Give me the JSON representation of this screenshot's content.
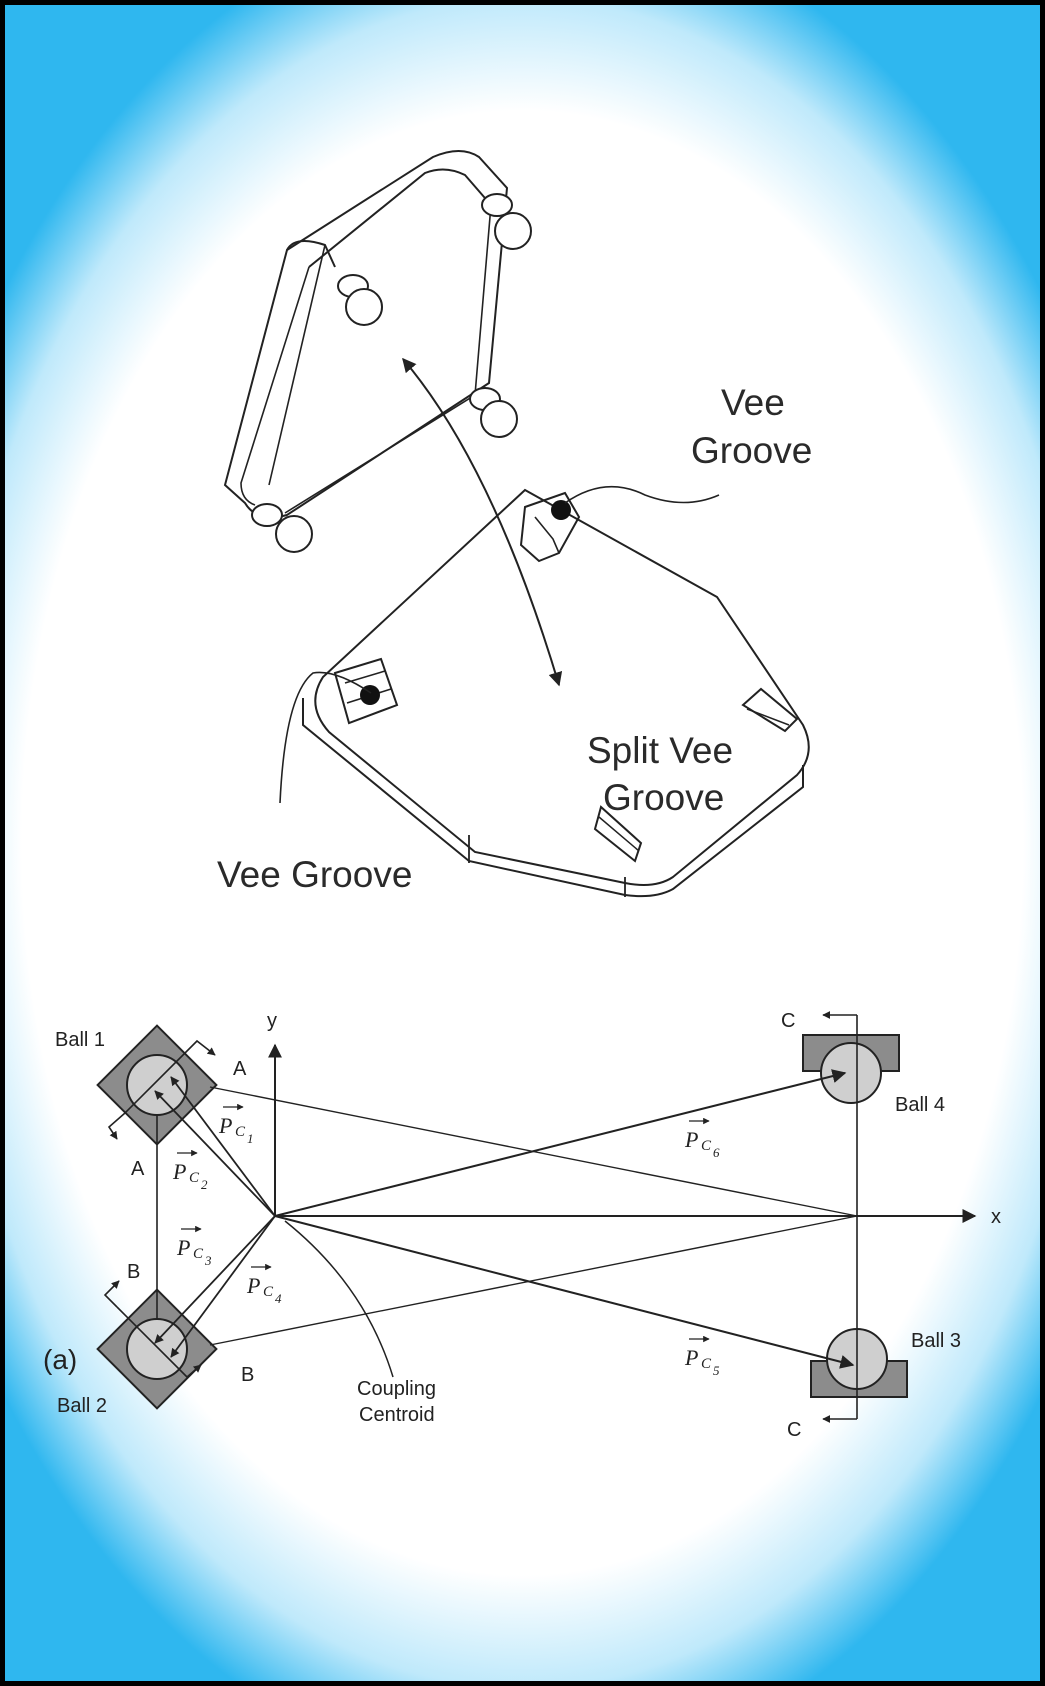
{
  "top_figure": {
    "labels": {
      "vee_groove_upper_1": "Vee",
      "vee_groove_upper_2": "Groove",
      "split_vee_groove_1": "Split Vee",
      "split_vee_groove_2": "Groove",
      "vee_groove_lower": "Vee Groove"
    }
  },
  "bottom_figure": {
    "panel_label": "(a)",
    "balls": {
      "ball1": "Ball 1",
      "ball2": "Ball 2",
      "ball3": "Ball 3",
      "ball4": "Ball 4"
    },
    "sections": {
      "a_top": "A",
      "a_bottom": "A",
      "b_top": "B",
      "b_bottom": "B",
      "c_top": "C",
      "c_bottom": "C"
    },
    "axes": {
      "x": "x",
      "y": "y"
    },
    "centroid_1": "Coupling",
    "centroid_2": "Centroid",
    "vectors": {
      "p": "P",
      "c": "C",
      "s1": "1",
      "s2": "2",
      "s3": "3",
      "s4": "4",
      "s5": "5",
      "s6": "6"
    }
  },
  "colors": {
    "frame_border": "#000000",
    "gradient_edge": "#2fb7ef",
    "ball_fill": "#cfcfcf",
    "block_fill": "#8c8c8c"
  }
}
